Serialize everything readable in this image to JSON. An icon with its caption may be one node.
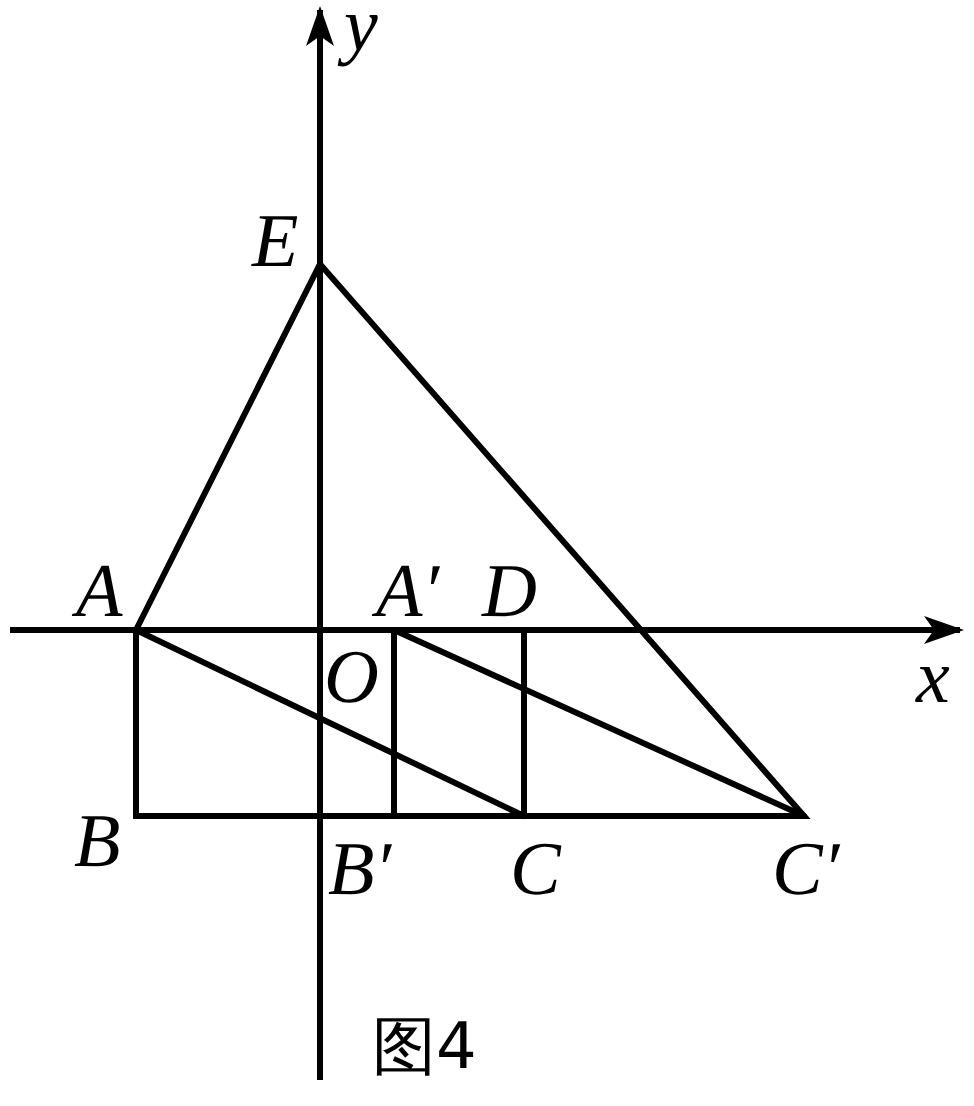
{
  "diagram": {
    "caption": "图4",
    "labels": [
      "y",
      "E",
      "A",
      "A′",
      "D",
      "O",
      "x",
      "B",
      "B′",
      "C",
      "C′"
    ]
  }
}
